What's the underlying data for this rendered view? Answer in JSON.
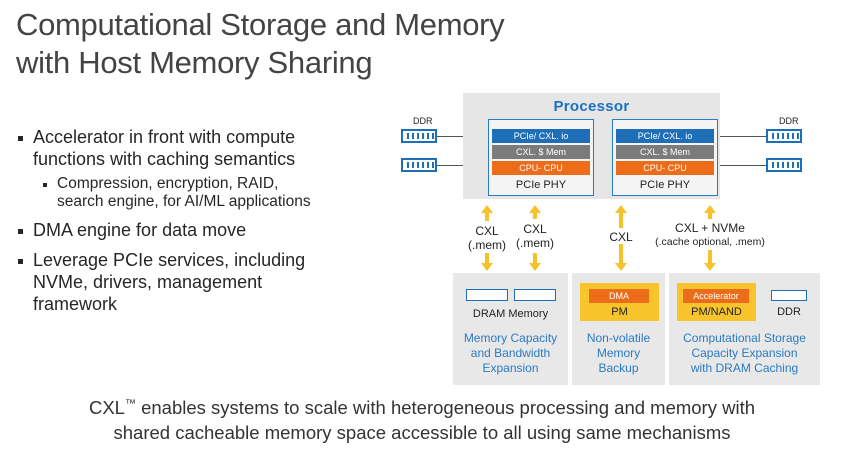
{
  "title": {
    "line1": "Computational Storage and Memory",
    "line2": "with Host Memory Sharing"
  },
  "bullets": {
    "b1_line1": "Accelerator in front with compute",
    "b1_line2": "functions with caching semantics",
    "b1_sub_line1": "Compression, encryption, RAID,",
    "b1_sub_line2": "search engine, for AI/ML applications",
    "b2": "DMA engine for data move",
    "b3_line1": "Leverage PCIe services, including",
    "b3_line2": "NVMe, drivers, management",
    "b3_line3": "framework"
  },
  "processor": {
    "title": "Processor",
    "block_left": {
      "bar1": "PCIe/ CXL. io",
      "bar2": "CXL. $ Mem",
      "bar3": "CPU-   CPU",
      "label": "PCIe PHY"
    },
    "block_right": {
      "bar1": "PCIe/ CXL. io",
      "bar2": "CXL. $ Mem",
      "bar3": "CPU-   CPU",
      "label": "PCIe  PHY"
    },
    "ddr_left": "DDR",
    "ddr_right": "DDR"
  },
  "links": {
    "cxl1_line1": "CXL",
    "cxl1_line2": "(.mem)",
    "cxl2_line1": "CXL",
    "cxl2_line2": "(.mem)",
    "cxl3": "CXL",
    "cxl4_line1": "CXL + NVMe",
    "cxl4_line2": "(.cache optional, .mem)"
  },
  "panels": {
    "memory": {
      "label": "DRAM Memory",
      "caption_line1": "Memory Capacity",
      "caption_line2": "and Bandwidth",
      "caption_line3": "Expansion"
    },
    "nonvolatile": {
      "dma": "DMA",
      "pm": "PM",
      "caption_line1": "Non-volatile",
      "caption_line2": "Memory",
      "caption_line3": "Backup"
    },
    "storage": {
      "accelerator": "Accelerator",
      "pm_nand": "PM/NAND",
      "ddr": "DDR",
      "caption_line1": "Computational Storage",
      "caption_line2": "Capacity Expansion",
      "caption_line3": "with DRAM Caching"
    }
  },
  "footer": {
    "cxl": "CXL",
    "tm": "™",
    "line1_rest": " enables systems to scale with heterogeneous processing and memory with",
    "line2": "shared cacheable memory space accessible to all using same mechanisms"
  },
  "colors": {
    "blue": "#1f6fb8",
    "gray_bar": "#7b7b7b",
    "orange": "#ec6c1a",
    "yellow": "#f7c52b",
    "panel": "#e8e8e8"
  }
}
